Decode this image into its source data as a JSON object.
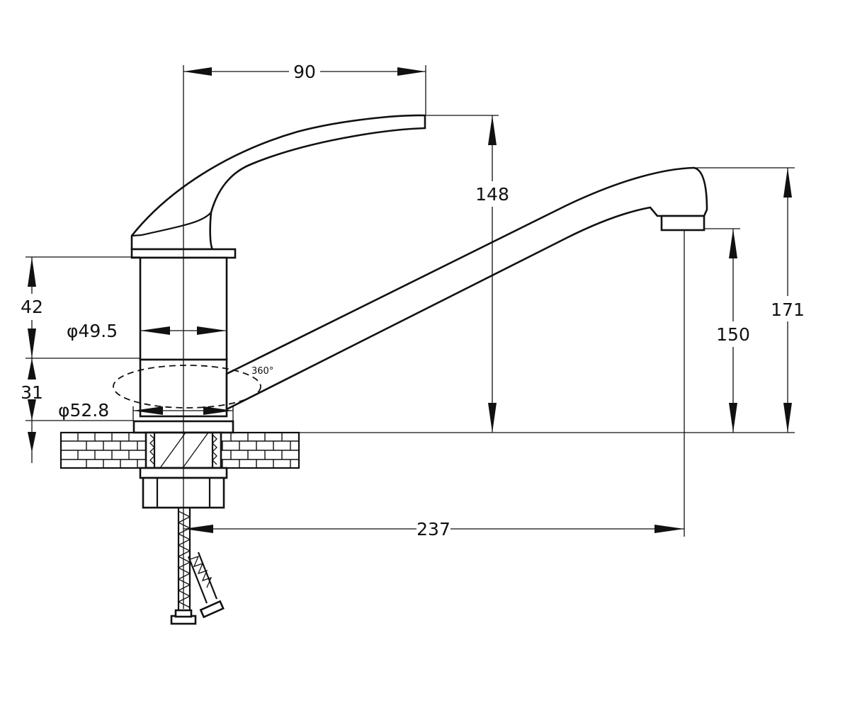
{
  "dimensions": {
    "handle_reach": "90",
    "handle_height": "148",
    "body_upper": "42",
    "body_lower": "31",
    "body_dia": "φ49.5",
    "base_dia": "φ52.8",
    "spout_total_height": "171",
    "spout_outlet_height": "150",
    "spout_reach": "237"
  },
  "annotations": {
    "rotation": "360°"
  }
}
